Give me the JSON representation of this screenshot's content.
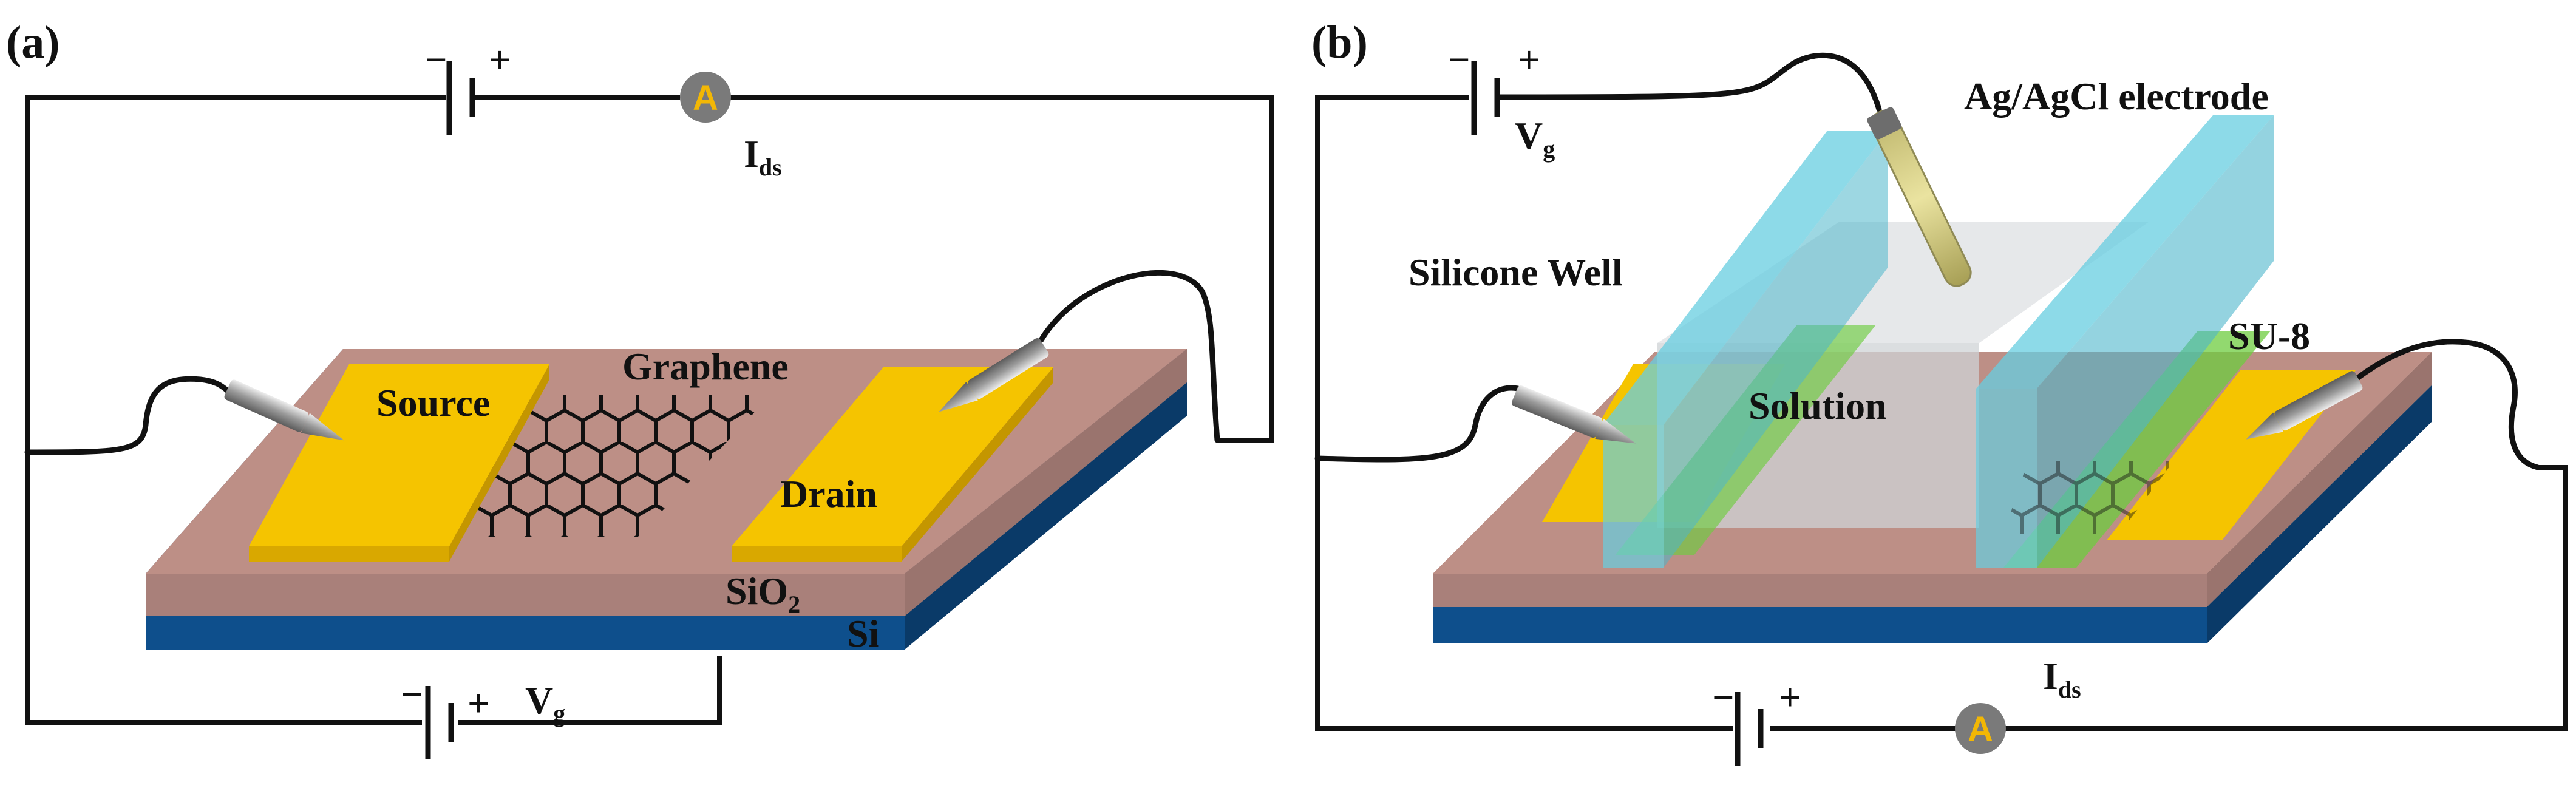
{
  "colors": {
    "sio2_top": "#bd8f86",
    "sio2_front": "#a9807a",
    "si_front": "#0e4f8c",
    "si_side": "#0a3a68",
    "gold": "#f5c400",
    "gold_dark": "#d9a800",
    "well": "#67cde0",
    "su8": "#6dcc3f",
    "solution": "#cfd3d6",
    "ammeter_fill": "#7a7a7a",
    "ammeter_text": "#f2b705"
  },
  "icons": [
    "battery-icon",
    "ammeter-icon",
    "probe-icon",
    "graphene-lattice-icon",
    "electrode-icon"
  ],
  "panel_a": {
    "label": "(a)",
    "ammeter_symbol": "A",
    "ids_main": "I",
    "ids_sub": "ds",
    "battery_top": {
      "minus": "−",
      "plus": "+"
    },
    "battery_bottom": {
      "minus": "−",
      "plus": "+"
    },
    "vg_main": "V",
    "vg_sub": "g",
    "source_label": "Source",
    "drain_label": "Drain",
    "graphene_label": "Graphene",
    "sio2_main": "SiO",
    "sio2_sub": "2",
    "si_label": "Si"
  },
  "panel_b": {
    "label": "(b)",
    "ammeter_symbol": "A",
    "ids_main": "I",
    "ids_sub": "ds",
    "battery_top": {
      "minus": "−",
      "plus": "+"
    },
    "battery_bottom": {
      "minus": "−",
      "plus": "+"
    },
    "vg_main": "V",
    "vg_sub": "g",
    "electrode_label": "Ag/AgCl electrode",
    "well_label": "Silicone Well",
    "su8_label": "SU-8",
    "solution_label": "Solution"
  }
}
